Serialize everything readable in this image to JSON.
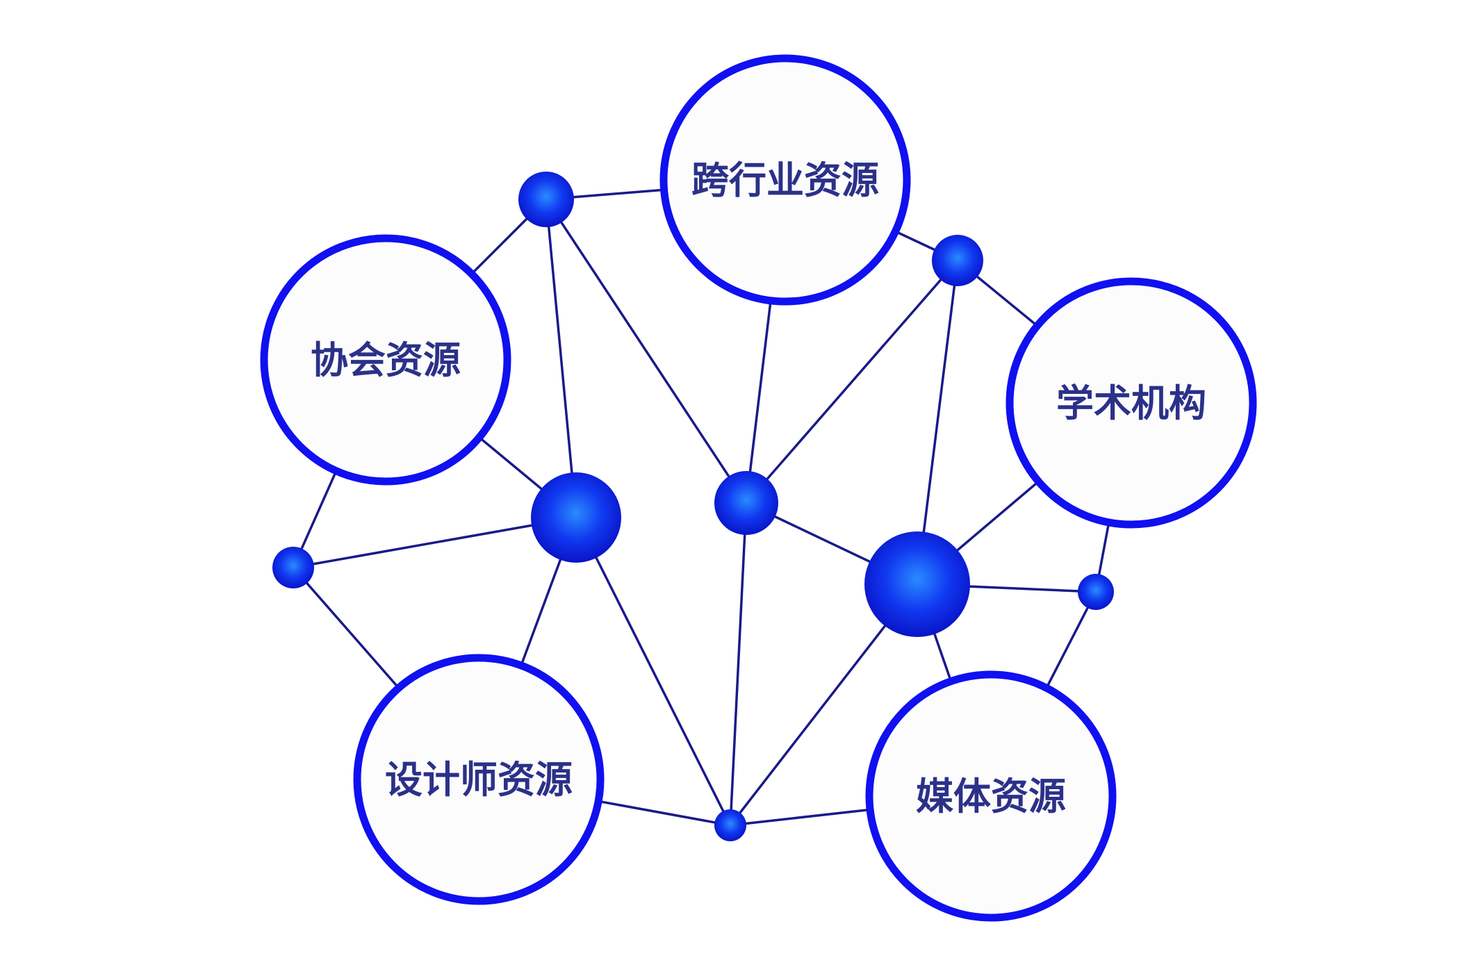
{
  "title": "",
  "colors": {
    "ring": "#1010f0",
    "edge": "#1a1a8a",
    "text": "#2b3188",
    "node_light": "#2a8bff",
    "node_dark": "#0a14d8"
  },
  "resources": [
    {
      "id": "cross",
      "label": "跨行业资源"
    },
    {
      "id": "assoc",
      "label": "协会资源"
    },
    {
      "id": "academic",
      "label": "学术机构"
    },
    {
      "id": "designer",
      "label": "设计师资源"
    },
    {
      "id": "media",
      "label": "媒体资源"
    }
  ],
  "hubs": [
    "A",
    "B",
    "C",
    "D",
    "E",
    "F",
    "G",
    "H"
  ],
  "edges": [
    [
      "A",
      "cross"
    ],
    [
      "A",
      "assoc"
    ],
    [
      "A",
      "C"
    ],
    [
      "A",
      "D"
    ],
    [
      "cross",
      "B"
    ],
    [
      "cross",
      "D"
    ],
    [
      "B",
      "academic"
    ],
    [
      "B",
      "D"
    ],
    [
      "B",
      "E"
    ],
    [
      "assoc",
      "C"
    ],
    [
      "assoc",
      "F"
    ],
    [
      "F",
      "C"
    ],
    [
      "F",
      "designer"
    ],
    [
      "C",
      "designer"
    ],
    [
      "C",
      "H"
    ],
    [
      "D",
      "E"
    ],
    [
      "D",
      "H"
    ],
    [
      "academic",
      "E"
    ],
    [
      "academic",
      "G"
    ],
    [
      "E",
      "G"
    ],
    [
      "E",
      "media"
    ],
    [
      "G",
      "media"
    ],
    [
      "E",
      "H"
    ],
    [
      "designer",
      "H"
    ],
    [
      "H",
      "media"
    ]
  ]
}
